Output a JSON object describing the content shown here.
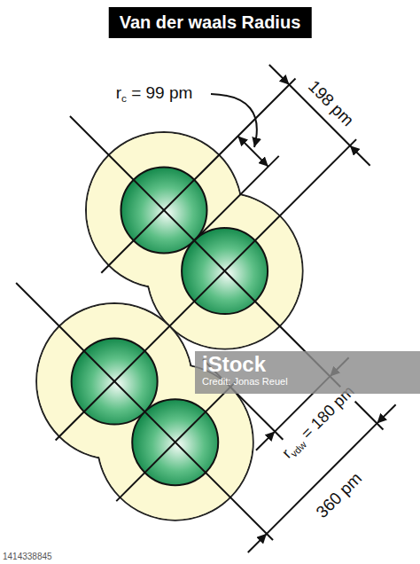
{
  "diagram": {
    "title": "Van der waals Radius",
    "labels": [
      "r",
      "c",
      "= 99 pm",
      "198 pm",
      "r",
      "vdw",
      "= 180 pm",
      "360 pm",
      "iStock",
      "Credit: Jonas Reuel",
      "1414338845"
    ]
  }
}
